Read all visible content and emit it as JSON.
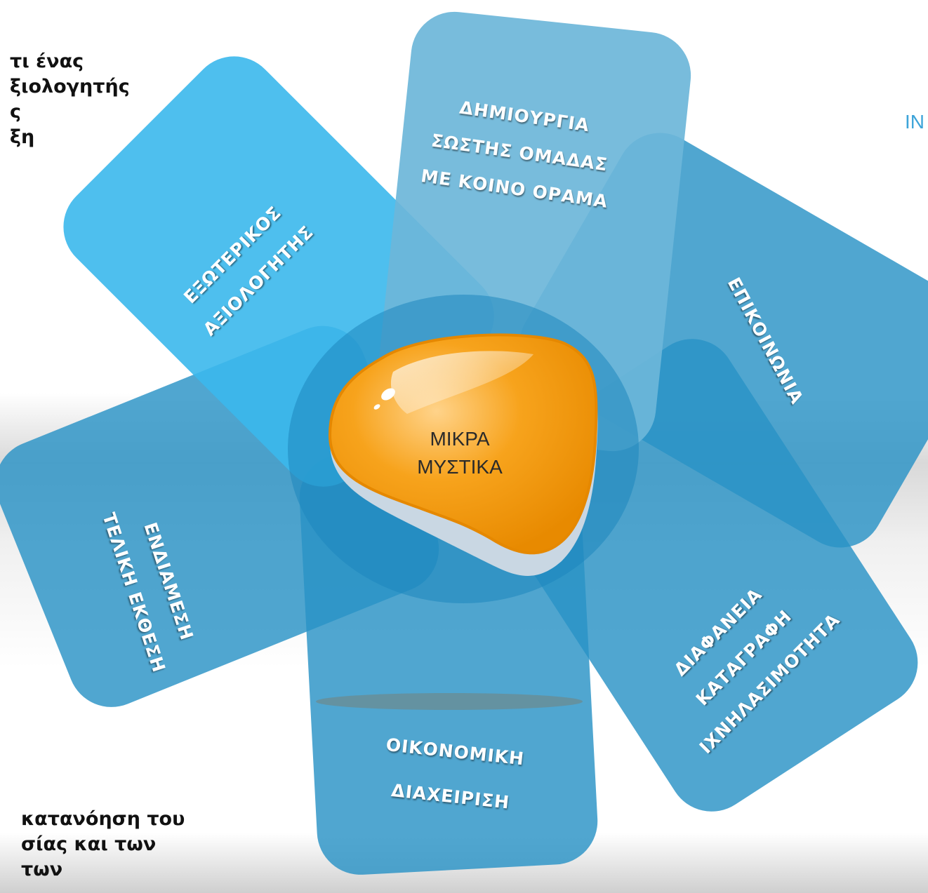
{
  "side_text": {
    "left_top": "τι ένας\nξιολογητής\nς\nξη",
    "left_bottom": "κατανόηση του\nσίας και των\nτων",
    "right_top": "IN"
  },
  "center": {
    "label": "ΜΙΚΡΑ\nΜΥΣΤΙΚΑ"
  },
  "petals": [
    {
      "id": "top",
      "label": "ΔΗΜΙΟΥΡΓΙΑ\nΣΩΣΤΗΣ ΟΜΑΔΑΣ\nΜΕ ΚΟΙΝΟ ΟΡΑΜΑ",
      "color": "#6db6d9"
    },
    {
      "id": "upper-left",
      "label": "ΕΞΩΤΕΡΙΚΟΣ\nΑΞΙΟΛΟΓΗΤΗΣ",
      "color": "#3bb8ec"
    },
    {
      "id": "upper-right",
      "label": "ΕΠΙΚΟΙΝΩΝΙΑ",
      "color": "#2a93c6"
    },
    {
      "id": "lower-left",
      "label": "ΕΝΔΙΑΜΕΣΗ\nΤΕΛΙΚΗ ΕΚΘΕΣΗ",
      "color": "#2a93c6"
    },
    {
      "id": "lower-right",
      "label": "ΔΙΑΦΑΝΕΙΑ\nΚΑΤΑΓΡΑΦΗ\nΙΧΝΗΛΑΣΙΜΟΤΗΤΑ",
      "color": "#2a93c6"
    },
    {
      "id": "bottom",
      "label": "ΟΙΚΟΝΟΜΙΚΗ\nΔΙΑΧΕΙΡΙΣΗ",
      "color": "#2a93c6"
    }
  ],
  "colors": {
    "center_orange": "#f39a12",
    "overlap_dark": "#1d86bd"
  }
}
